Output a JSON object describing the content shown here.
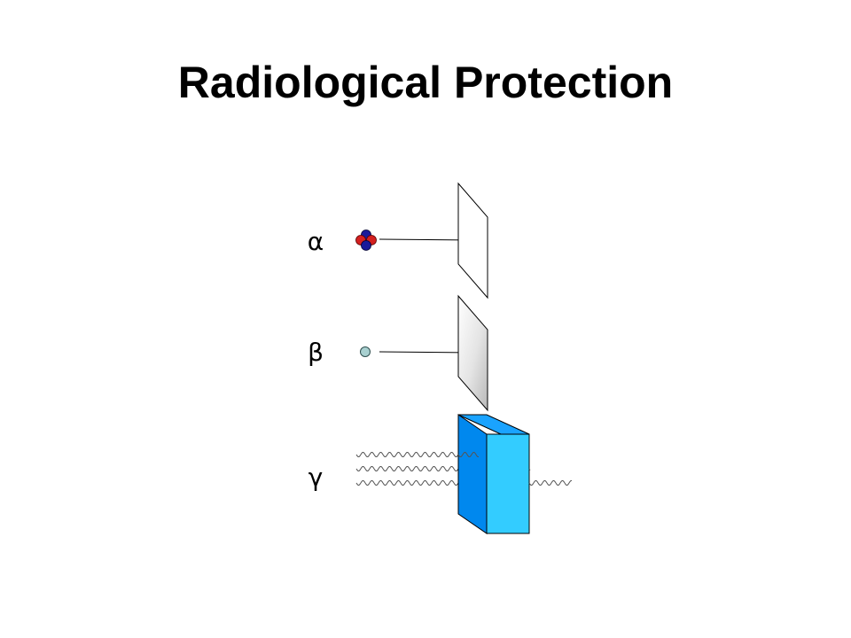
{
  "title": "Radiological Protection",
  "radiation": {
    "alpha": {
      "symbol": "α"
    },
    "beta": {
      "symbol": "β"
    },
    "gamma": {
      "symbol": "γ"
    }
  },
  "colors": {
    "proton": "#d42020",
    "neutron": "#1a1a9a",
    "electron": "#a8d0d0",
    "block_front": "#33ccff",
    "block_side": "#0088ee",
    "block_top": "#1aa3ff"
  }
}
